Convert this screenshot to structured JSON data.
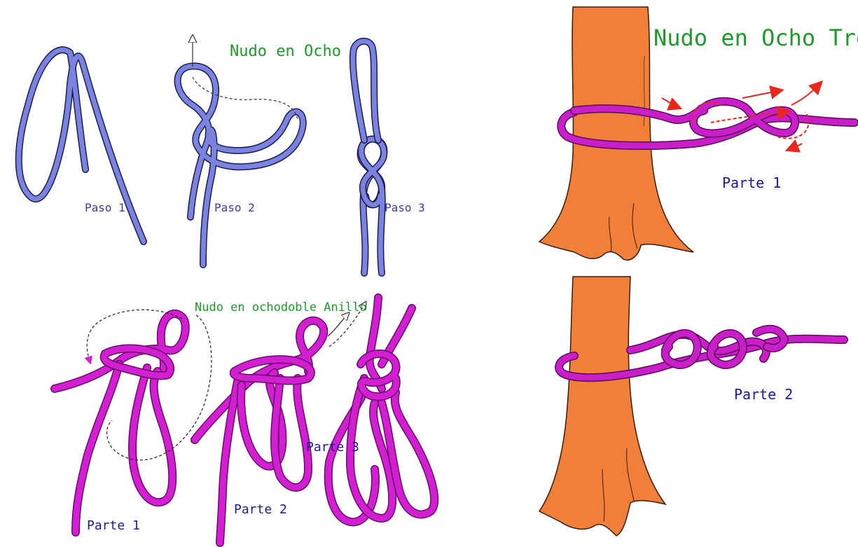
{
  "titles": {
    "figure_eight": "Nudo en Ocho",
    "double_figure_eight_loop": "Nudo en ochodoble Anillo",
    "figure_eight_follow_through": "Nudo en Ocho Trenzado"
  },
  "steps_figure_eight": [
    "Paso 1",
    "Paso 2",
    "Paso 3"
  ],
  "parts_double_loop": [
    "Parte 1",
    "Parte 2",
    "Parte 3"
  ],
  "parts_follow_through": [
    "Parte 1",
    "Parte 2"
  ],
  "colors": {
    "rope_blue": "#7b83e0",
    "rope_magenta": "#d11fd1",
    "trunk": "#f08038",
    "arrow_red": "#e8281c",
    "title_green": "#1f9a2a",
    "label_blue": "#3a3aa8"
  }
}
